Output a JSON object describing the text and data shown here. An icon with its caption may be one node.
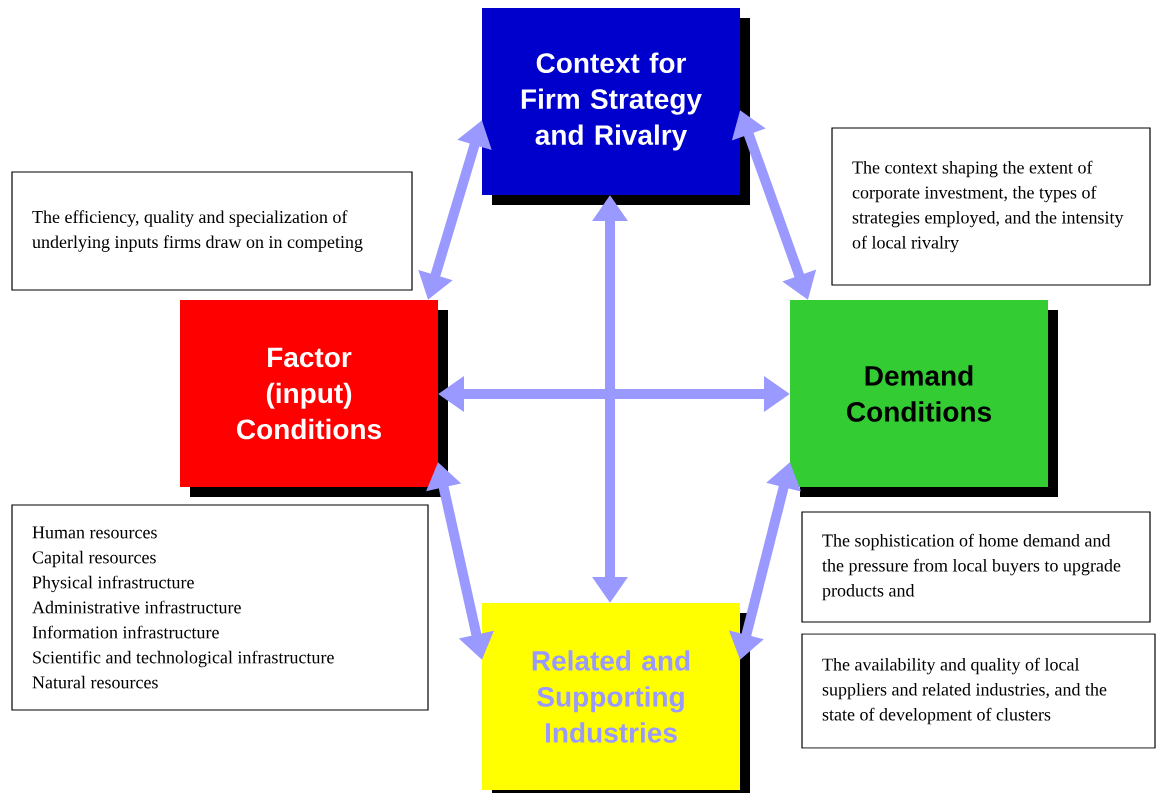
{
  "diagram": {
    "nodes": [
      {
        "text": [
          "Context for Firm Strategy and Rivalry"
        ]
      },
      {
        "text": [
          "Factor (input) Conditions"
        ]
      },
      {
        "text": [
          "Demand Conditions"
        ]
      },
      {
        "text": [
          "Related and Supporting Industries"
        ]
      },
      {
        "text": [
          "The efficiency, quality and specialization of underlying inputs firms draw on in competing"
        ]
      },
      {
        "text": [
          "The context shaping the extent of corporate investment, the types of strategies employed, and the intensity of local rivalry"
        ]
      },
      {
        "text": [
          "Human resources",
          "Capital resources",
          "Physical infrastructure",
          "Administrative infrastructure",
          "Information infrastructure",
          "Scientific and technological infrastructure",
          "Natural resources"
        ]
      },
      {
        "text": [
          "The sophistication of home demand and the pressure from local buyers to upgrade products and"
        ]
      },
      {
        "text": [
          "The availability and quality of local suppliers and related industries, and the state of development of clusters"
        ]
      }
    ],
    "edges": [
      {
        "from": 0,
        "to": 1,
        "arrow": "both"
      },
      {
        "from": 0,
        "to": 2,
        "arrow": "both"
      },
      {
        "from": 1,
        "to": 2,
        "arrow": "both"
      },
      {
        "from": 0,
        "to": 3,
        "arrow": "both"
      },
      {
        "from": 1,
        "to": 3,
        "arrow": "both"
      },
      {
        "from": 2,
        "to": 3,
        "arrow": "both"
      }
    ]
  }
}
